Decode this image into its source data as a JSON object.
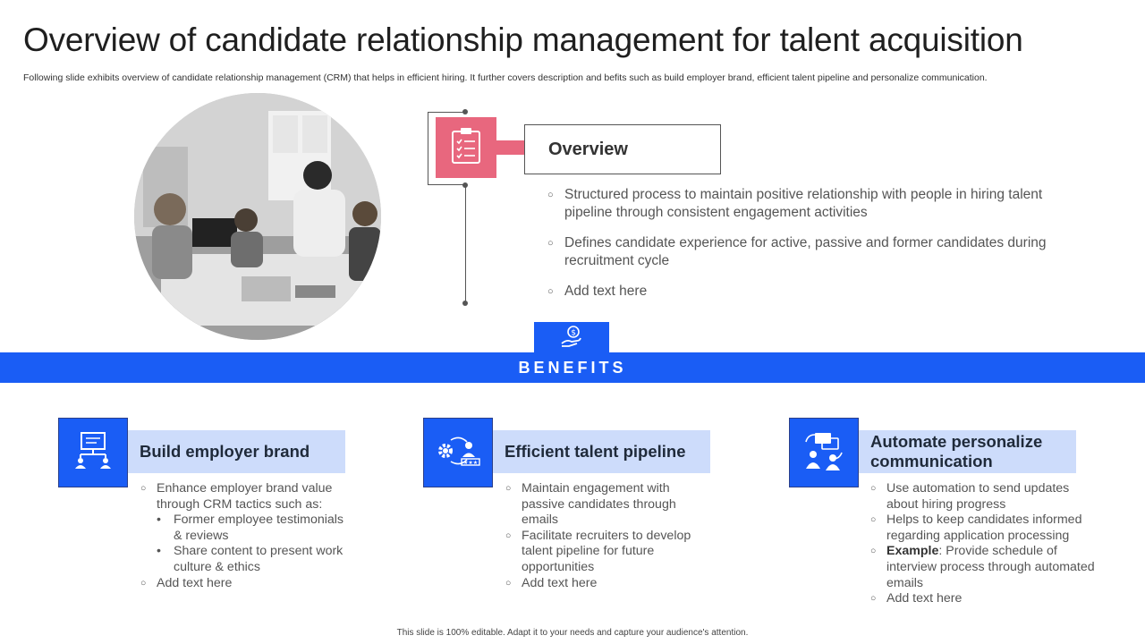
{
  "title": "Overview of candidate relationship management for talent acquisition",
  "subtitle": "Following slide exhibits overview of candidate relationship management (CRM) that helps in efficient hiring. It further covers description and befits such as build employer brand, efficient talent pipeline and personalize communication.",
  "photo": {
    "icon": "team-meeting-photo"
  },
  "overview": {
    "icon": "clipboard-checklist-icon",
    "heading": "Overview",
    "points": [
      "Structured process to maintain positive relationship with people in hiring talent pipeline through  consistent engagement activities",
      "Defines candidate experience for active, passive and former candidates during recruitment cycle",
      "Add text here"
    ]
  },
  "benefits": {
    "label": "BENEFITS",
    "icon": "hand-money-icon",
    "colors": {
      "band": "#1a5df5",
      "card_head": "#cddcfb",
      "overview_accent": "#e8677e"
    },
    "cards": [
      {
        "icon": "presentation-team-icon",
        "heading": "Build employer brand",
        "point1": "Enhance employer brand value through CRM tactics such as:",
        "sub1": "Former employee testimonials & reviews",
        "sub2": "Share content to present work culture & ethics",
        "point2": "Add text here"
      },
      {
        "icon": "gear-candidate-cycle-icon",
        "heading": "Efficient talent pipeline",
        "point1": "Maintain engagement with passive candidates through emails",
        "point2": "Facilitate recruiters to develop talent pipeline for future opportunities",
        "point3": " Add text here"
      },
      {
        "icon": "chat-people-icon",
        "heading": "Automate personalize communication",
        "point1": "Use automation to send updates about hiring progress",
        "point2": "Helps to keep candidates informed regarding application processing",
        "point3_bold": "Example",
        "point3_rest": ": Provide schedule of interview process through automated emails",
        "point4": "Add text here"
      }
    ]
  },
  "footer": "This slide is 100% editable. Adapt it to your needs and capture your audience's attention."
}
